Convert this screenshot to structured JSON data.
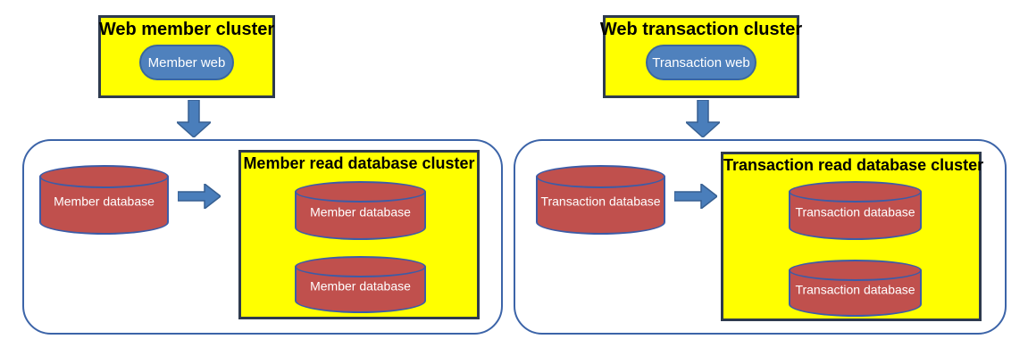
{
  "colors": {
    "box_fill": "#FFFF00",
    "box_border": "#2e3a4e",
    "cylinder_fill": "#C0504D",
    "cylinder_border": "#3b5ca8",
    "pill_fill": "#4F81BD",
    "arrow_fill": "#4A7EBB",
    "container_border": "#3c64a8"
  },
  "left": {
    "web_cluster": {
      "title": "Web member cluster",
      "node_label": "Member web"
    },
    "db_cluster": {
      "source_db_label": "Member database",
      "read_cluster": {
        "title": "Member read database cluster",
        "databases": [
          "Member database",
          "Member database"
        ]
      }
    }
  },
  "right": {
    "web_cluster": {
      "title": "Web transaction cluster",
      "node_label": "Transaction web"
    },
    "db_cluster": {
      "source_db_label": "Transaction database",
      "read_cluster": {
        "title": "Transaction read database cluster",
        "databases": [
          "Transaction database",
          "Transaction database"
        ]
      }
    }
  }
}
